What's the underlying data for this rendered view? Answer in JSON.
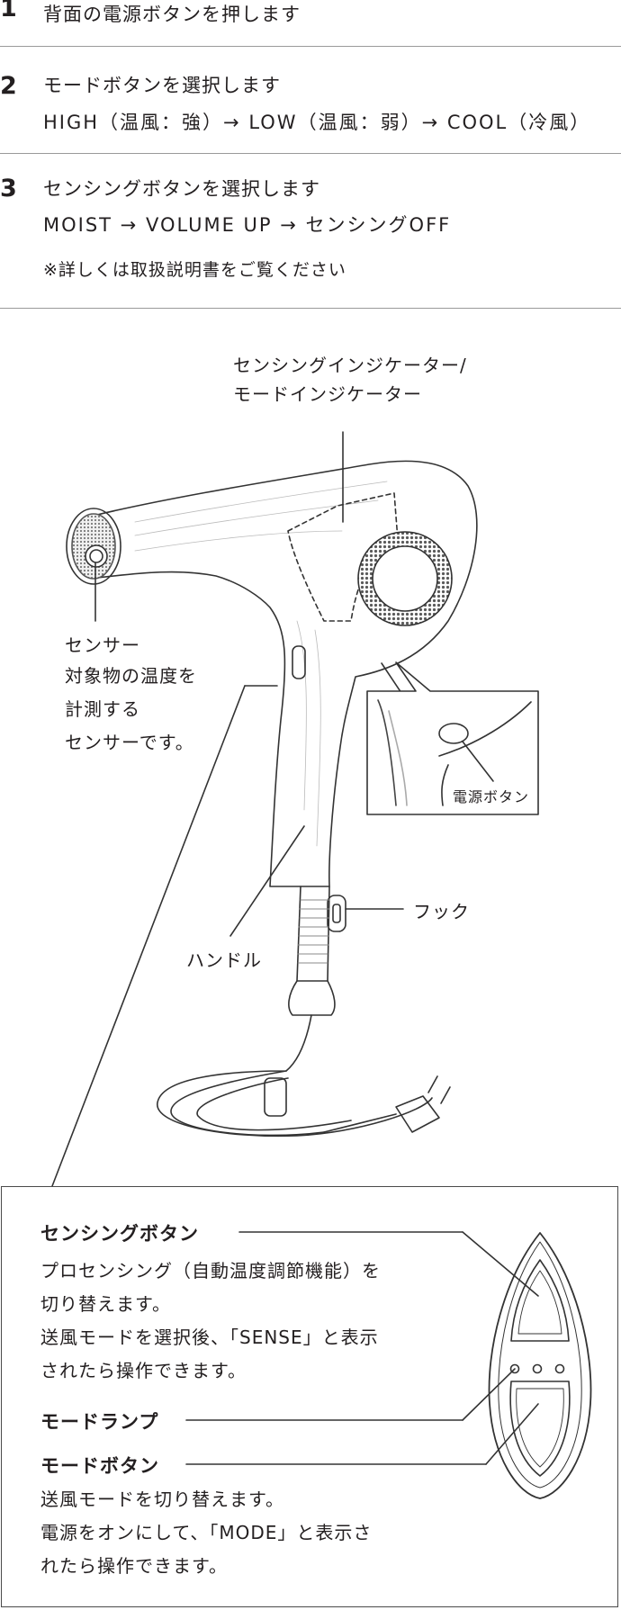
{
  "steps": [
    {
      "number": "1",
      "title": "背面の電源ボタンを押します"
    },
    {
      "number": "2",
      "title": "モードボタンを選択します",
      "detail": "HIGH（温風：強）→ LOW（温風：弱）→ COOL（冷風）"
    },
    {
      "number": "3",
      "title": "センシングボタンを選択します",
      "detail": "MOIST → VOLUME UP → センシングOFF",
      "note": "※詳しくは取扱説明書をご覧ください"
    }
  ],
  "diagram": {
    "indicator_label_line1": "センシングインジケーター/",
    "indicator_label_line2": "モードインジケーター",
    "sensor_title": "センサー",
    "sensor_desc": [
      "対象物の温度を",
      "計測する",
      "センサーです。"
    ],
    "power_button_label": "電源ボタン",
    "hook_label": "フック",
    "handle_label": "ハンドル"
  },
  "detail": {
    "sensing_button_title": "センシングボタン",
    "sensing_button_desc": [
      "プロセンシング（自動温度調節機能）を",
      "切り替えます。",
      "送風モードを選択後、「SENSE」と表示",
      "されたら操作できます。"
    ],
    "mode_lamp_title": "モードランプ",
    "mode_button_title": "モードボタン",
    "mode_button_desc": [
      "送風モードを切り替えます。",
      "電源をオンにして、「MODE」と表示さ",
      "れたら操作できます。"
    ]
  }
}
